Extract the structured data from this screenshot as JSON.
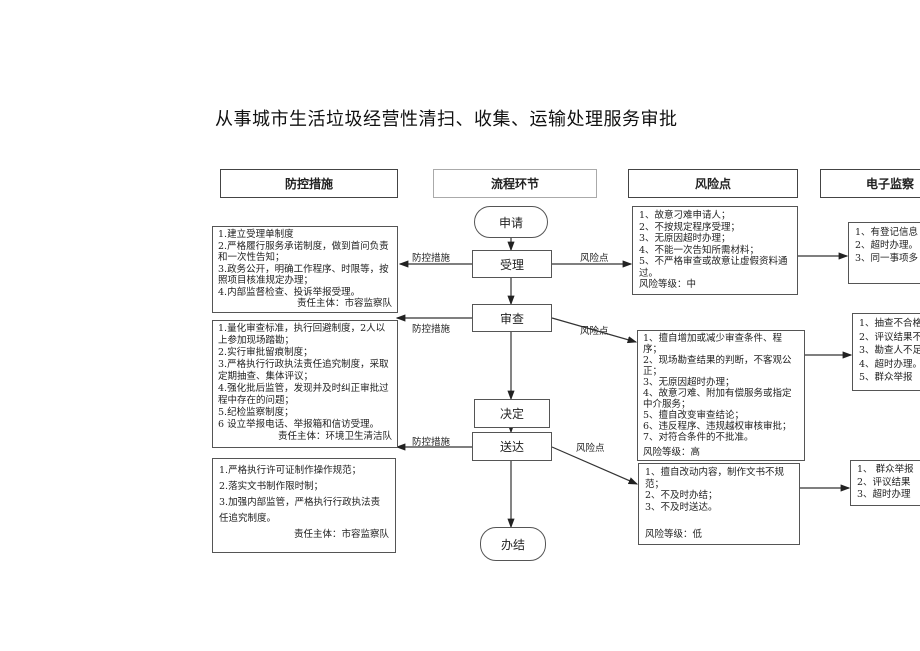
{
  "title": "从事城市生活垃圾经营性清扫、收集、运输处理服务审批",
  "headers": {
    "controls": "防控措施",
    "process": "流程环节",
    "risks": "风险点",
    "monitor": "电子监察"
  },
  "steps": [
    "申请",
    "受理",
    "审查",
    "决定",
    "送达",
    "办结"
  ],
  "link_labels": {
    "control": "防控措施",
    "risk": "风险点"
  },
  "controls": [
    {
      "items": [
        "1.建立受理单制度",
        "2.严格履行服务承诺制度，做到首问负责和一次性告知；",
        "3.政务公开，明确工作程序、时限等，按照项目核准规定办理；",
        "4.内部监督检查、投诉举报受理。"
      ],
      "owner": "责任主体：市容监察队"
    },
    {
      "items": [
        "1.量化审查标准，执行回避制度，2人以上参加现场踏勘；",
        "2.实行审批留痕制度；",
        "3.严格执行行政执法责任追究制度，采取定期抽查、集体评议；",
        "4.强化批后监管，发现并及时纠正审批过程中存在的问题；",
        "5.纪检监察制度；",
        "6 设立举报电话、举报箱和信访受理。"
      ],
      "owner": "责任主体：环境卫生清洁队"
    },
    {
      "items": [
        "1.严格执行许可证制作操作规范；",
        "2.落实文书制作限时制；",
        "3.加强内部监管，严格执行行政执法责任追究制度。"
      ],
      "owner": "责任主体：市容监察队"
    }
  ],
  "risks": [
    {
      "items": [
        "1、故意刁难申请人；",
        "2、不按规定程序受理；",
        "3、无原因超时办理；",
        "4、不能一次告知所需材料；",
        "5、不严格审查或故意让虚假资料通过。"
      ],
      "level": "风险等级：中"
    },
    {
      "items": [
        "1、擅自增加或减少审查条件、程序；",
        "2、现场勘查结果的判断，不客观公正；",
        "3、无原因超时办理；",
        "4、故意刁难、附加有偿服务或指定中介服务；",
        "5、擅自改变审查结论；",
        "6、违反程序、违规越权审核审批；",
        "7、对符合条件的不批准。"
      ],
      "level": "风险等级：高"
    },
    {
      "items": [
        "1、擅自改动内容，制作文书不规范；",
        "2、不及时办结；",
        "3、不及时送达。"
      ],
      "level": "风险等级：低"
    }
  ],
  "monitor": [
    {
      "items": [
        "1、有登记信息",
        "2、超时办理。",
        "3、同一事项多"
      ]
    },
    {
      "items": [
        "1、抽查不合格",
        "2、评议结果不",
        "3、勘查人不足",
        "4、超时办理。",
        "5、群众举报"
      ]
    },
    {
      "items": [
        "1、 群众举报",
        "2、评议结果",
        "3、超时办理"
      ]
    }
  ]
}
